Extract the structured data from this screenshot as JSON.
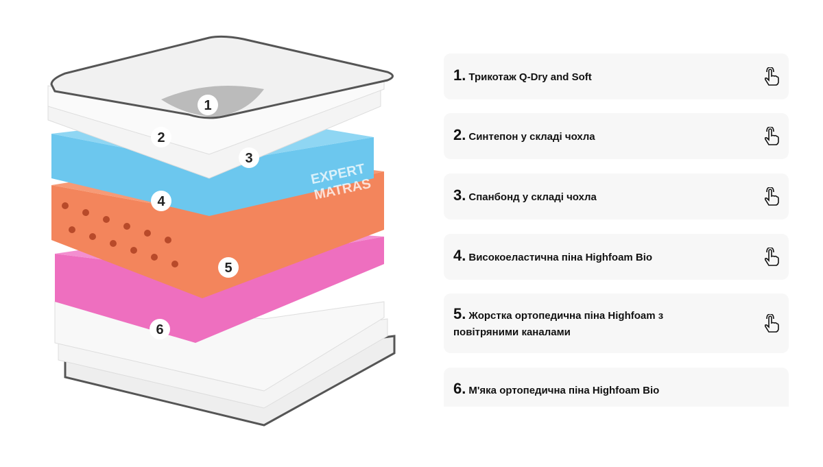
{
  "illustration": {
    "watermark": [
      "EXPERT",
      "MATRAS"
    ],
    "markers": [
      "1",
      "2",
      "3",
      "4",
      "5",
      "6"
    ],
    "colors": {
      "cover": "#f1f1f1",
      "blue": "#6cc7ee",
      "orange": "#f3855c",
      "pink": "#ee6fbf"
    }
  },
  "layers": [
    {
      "num": "1.",
      "label": "Трикотаж Q-Dry and Soft"
    },
    {
      "num": "2.",
      "label": "Синтепон у складі чохла"
    },
    {
      "num": "3.",
      "label": "Спанбонд у складі чохла"
    },
    {
      "num": "4.",
      "label": "Високоеластична піна Highfoam Bio"
    },
    {
      "num": "5.",
      "label": "Жорстка ортопедична піна Highfoam з повітряними каналами"
    },
    {
      "num": "6.",
      "label": "М'яка ортопедична піна Highfoam Bio"
    }
  ]
}
